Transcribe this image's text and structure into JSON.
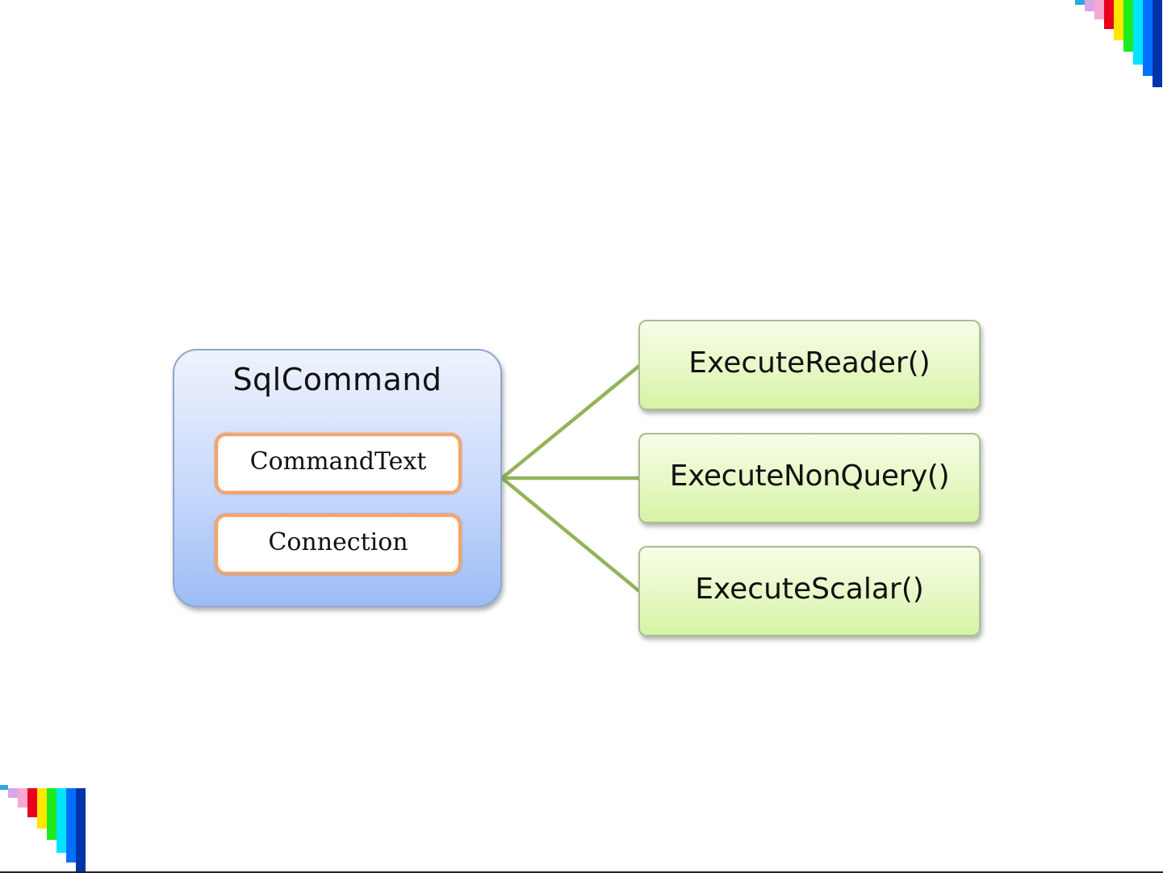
{
  "colors": {
    "background": "#ffffff",
    "container_gradient": [
      "#eef3fd",
      "#9dbcf6"
    ],
    "container_border": "#8fa6cf",
    "property_border": "#f2a56b",
    "method_gradient": [
      "#f6fde7",
      "#d5f3a4"
    ],
    "method_border": "#a9be90",
    "connector": "#93b45a",
    "stripes": [
      "#29abe2",
      "#d9a6e8",
      "#f7a8d0",
      "#e8001c",
      "#ffe600",
      "#1eea1e",
      "#00e5ff",
      "#0070ff",
      "#0033aa"
    ]
  },
  "diagram": {
    "container": {
      "title": "SqlCommand",
      "properties": [
        "CommandText",
        "Connection"
      ]
    },
    "methods": [
      "ExecuteReader()",
      "ExecuteNonQuery()",
      "ExecuteScalar()"
    ]
  },
  "decorations": {
    "top_right": "rainbow-stair-stripes",
    "bottom_left": "rainbow-stair-stripes"
  }
}
